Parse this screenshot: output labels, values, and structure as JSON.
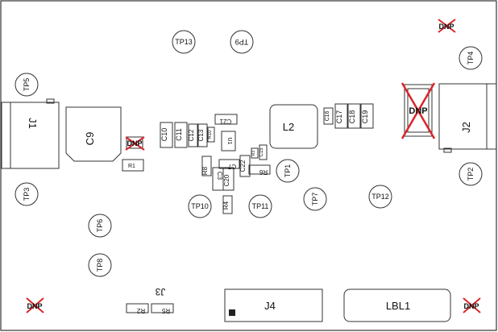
{
  "board": {
    "test_points": {
      "tp13": "TP13",
      "tp9": "TP9",
      "tp4": "TP4",
      "tp5": "TP5",
      "tp1": "TP1",
      "tp2": "TP2",
      "tp3": "TP3",
      "tp10": "TP10",
      "tp11": "TP11",
      "tp7": "TP7",
      "tp12": "TP12",
      "tp6": "TP6",
      "tp8": "TP8"
    },
    "connectors": {
      "j1": "J1",
      "j2": "J2",
      "j3": "J3",
      "j4": "J4"
    },
    "inductor": {
      "l2": "L2"
    },
    "capacitors": {
      "c9": "C9",
      "c10": "C10",
      "c11": "C11",
      "c12": "C12",
      "c13": "C13",
      "c15": "C15",
      "c16": "C16",
      "c17": "C17",
      "c18": "C18",
      "c19": "C19",
      "c20": "C20",
      "c21": "C21",
      "c22": "C22",
      "c3": "C3",
      "c7": "C7"
    },
    "resistors": {
      "r1": "R1",
      "r2": "R2",
      "r3": "R3",
      "r4": "R4",
      "r5": "R5",
      "r6": "R6",
      "r8": "R8",
      "r10": "R10"
    },
    "ic": {
      "u1": "U1"
    },
    "label_area": {
      "lbl1": "LBL1"
    },
    "dnp": {
      "top_right": "DNP",
      "c9_area": "DNP",
      "j2_area": "DNP",
      "bottom_left": "DNP",
      "bottom_right": "DNP"
    }
  }
}
